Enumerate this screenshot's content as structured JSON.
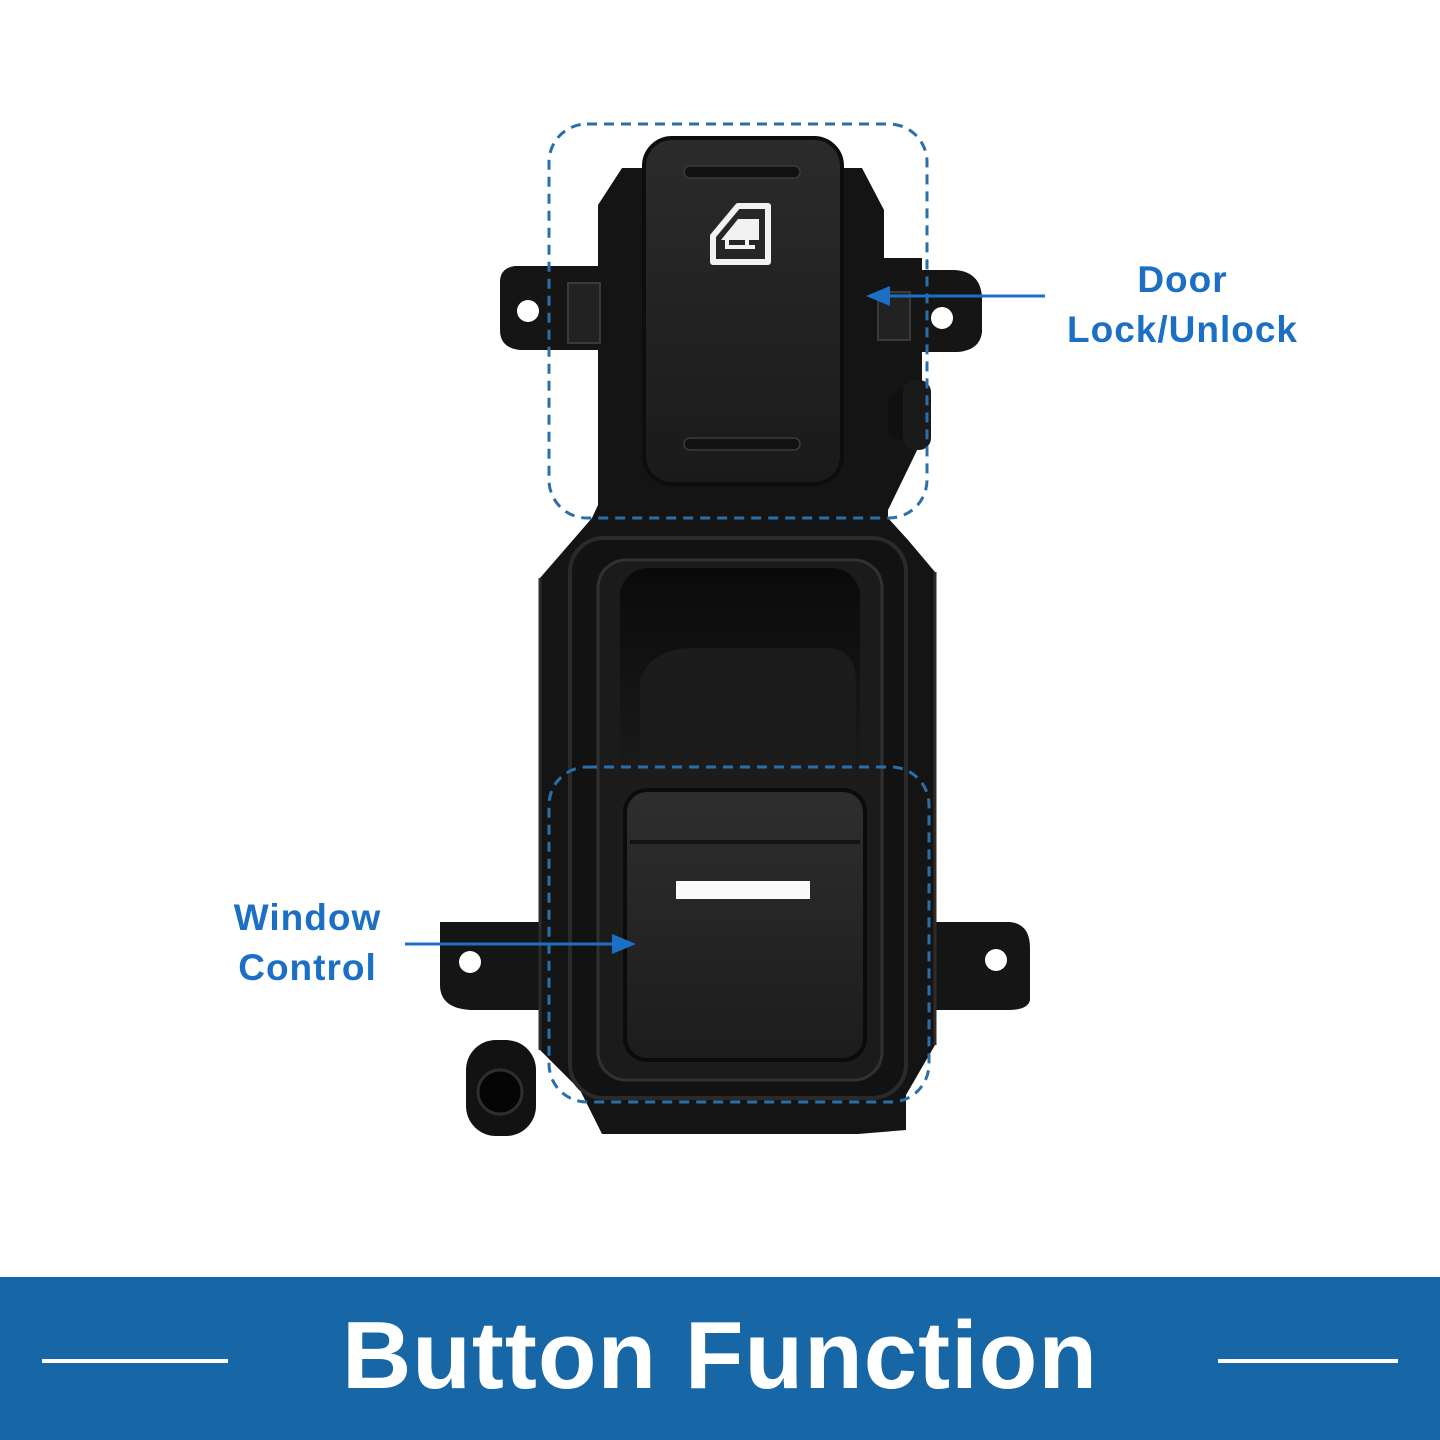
{
  "callouts": {
    "door": {
      "line1": "Door",
      "line2": "Lock/Unlock"
    },
    "window": {
      "line1": "Window",
      "line2": "Control"
    }
  },
  "banner": {
    "title": "Button Function"
  },
  "colors": {
    "accent": "#1b6fc4",
    "banner": "#1766a5",
    "highlight_outline": "#2a6fa8",
    "switch_body": "#151515"
  },
  "icons": [
    "door-lock-icon",
    "window-indicator-icon"
  ]
}
